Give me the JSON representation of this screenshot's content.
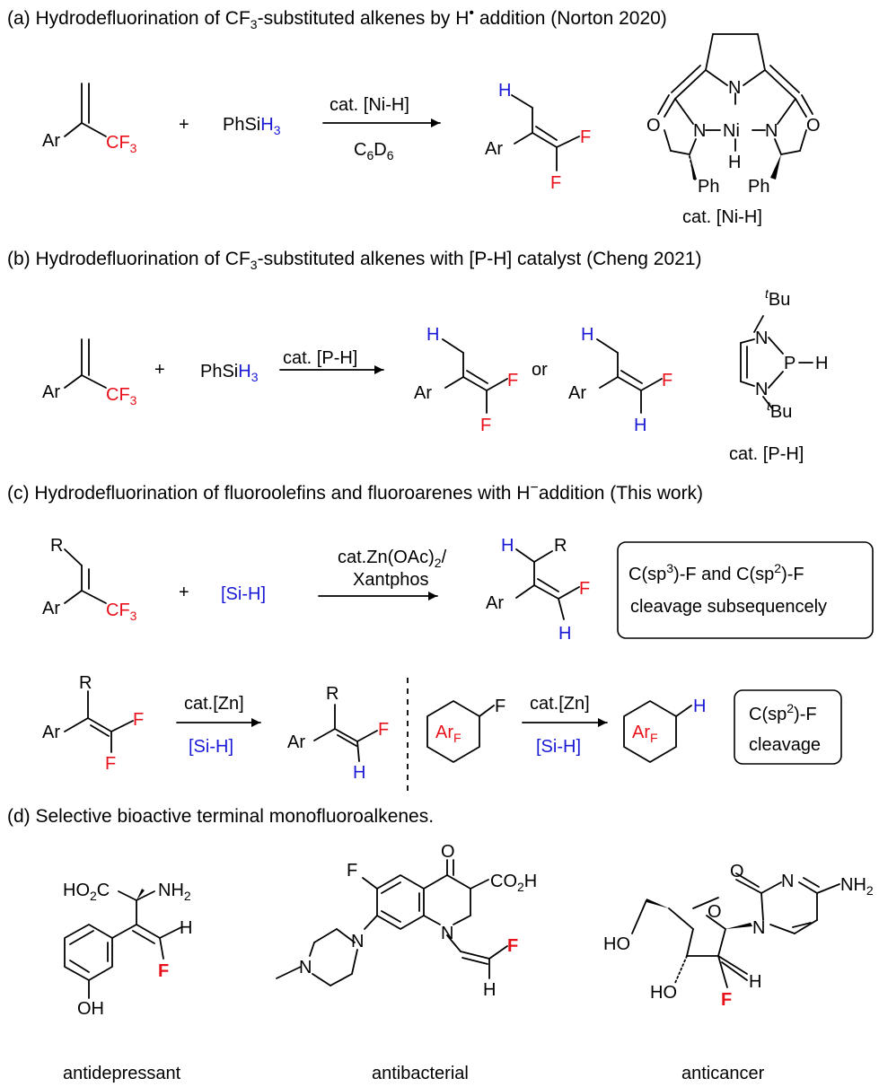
{
  "section_a": {
    "heading_pre": "(a) Hydrodefluorination of CF",
    "heading_sub": "3",
    "heading_mid": "-substituted alkenes by H",
    "heading_dot": "•",
    "heading_post": " addition (Norton 2020)",
    "reagent_pre": "PhSi",
    "reagent_h": "H",
    "reagent_sub": "3",
    "cond_top": "cat. [Ni-H]",
    "cond_bottom_c": "C",
    "cond_bottom_6a": "6",
    "cond_bottom_d": "D",
    "cond_bottom_6b": "6",
    "cat_label": "cat. [Ni-H]"
  },
  "section_b": {
    "heading_pre": "(b) Hydrodefluorination of CF",
    "heading_sub": "3",
    "heading_post": "-substituted alkenes with  [P-H] catalyst (Cheng 2021)",
    "cond_top": "cat. [P-H]",
    "or": "or",
    "cat_label": "cat. [P-H]"
  },
  "section_c": {
    "heading_pre": "(c) Hydrodefluorination of fluoroolefins and fluoroarenes with  H",
    "heading_minus": "−",
    "heading_post": "addition (This work)",
    "reagent": "[Si-H]",
    "cond_top1_pre": "cat.Zn(OAc)",
    "cond_top1_sub": "2",
    "cond_top1_post": "/",
    "cond_top2": "Xantphos",
    "box1_line1_a": "C(sp",
    "box1_line1_sup": "3",
    "box1_line1_b": ")-F and C(sp",
    "box1_line1_sup2": "2",
    "box1_line1_c": ")-F",
    "box1_line2": "cleavage subsequencely",
    "cond2_top": "cat.[Zn]",
    "cond2_bottom": "[Si-H]",
    "cond3_top": "cat.[Zn]",
    "cond3_bottom": "[Si-H]",
    "box2_line1_a": "C(sp",
    "box2_line1_sup": "2",
    "box2_line1_b": ")-F",
    "box2_line2": "cleavage"
  },
  "section_d": {
    "heading": "(d) Selective bioactive terminal monofluoroalkenes.",
    "label1": "antidepressant",
    "label2": "antibacterial",
    "label3": "anticancer"
  },
  "atoms": {
    "Ar": "Ar",
    "CF": "CF",
    "three": "3",
    "F": "F",
    "H": "H",
    "R": "R",
    "O": "O",
    "N": "N",
    "Ni": "Ni",
    "Ph": "Ph",
    "P": "P",
    "t": "t",
    "Bu": "Bu",
    "ArF_Ar": "Ar",
    "ArF_F": "F",
    "HO2C": "HO",
    "two": "2",
    "C": "C",
    "NH": "NH",
    "OH": "OH",
    "HO": "HO",
    "CO2H_a": "CO",
    "CO2H_b": "H",
    "plus": "+"
  },
  "colors": {
    "red": "#e8101a",
    "blue": "#1a1ad6"
  }
}
